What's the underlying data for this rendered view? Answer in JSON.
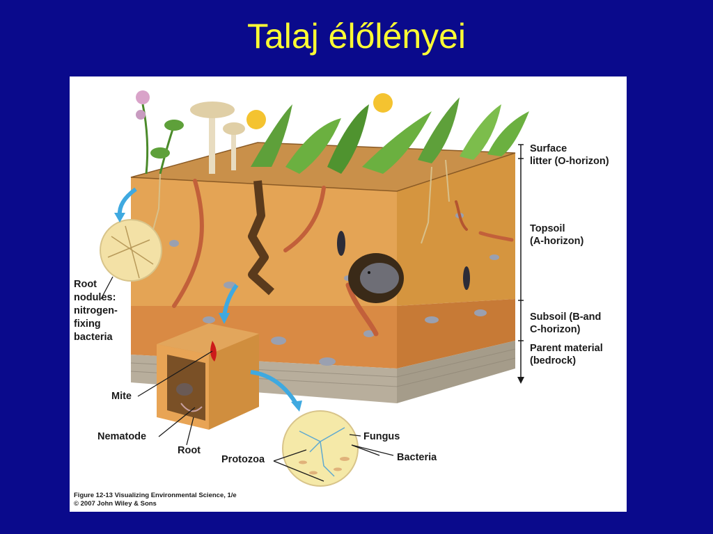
{
  "slide": {
    "title": "Talaj élőlényei"
  },
  "figure": {
    "horizon_labels": {
      "surface_line1": "Surface",
      "surface_line2": "litter (O-horizon)",
      "topsoil_line1": "Topsoil",
      "topsoil_line2": "(A-horizon)",
      "subsoil_line1": "Subsoil (B-and",
      "subsoil_line2": "C-horizon)",
      "parent_line1": "Parent material",
      "parent_line2": "(bedrock)"
    },
    "organism_labels": {
      "root_nodules_lines": [
        "Root",
        "nodules:",
        "nitrogen-",
        "fixing",
        "bacteria"
      ],
      "mite": "Mite",
      "nematode": "Nematode",
      "root": "Root",
      "protozoa": "Protozoa",
      "fungus": "Fungus",
      "bacteria": "Bacteria"
    },
    "caption_line1": "Figure 12-13  Visualizing Environmental Science, 1/e",
    "caption_line2": "© 2007 John Wiley & Sons"
  },
  "colors": {
    "background": "#0a0a8c",
    "title": "#ffff33",
    "soil_top": "#e8a860",
    "soil_front": "#e2a050",
    "soil_side": "#c98a40",
    "subsoil": "#d88a45",
    "bedrock": "#b0a898",
    "callout_arrow": "#3fa9e0"
  }
}
